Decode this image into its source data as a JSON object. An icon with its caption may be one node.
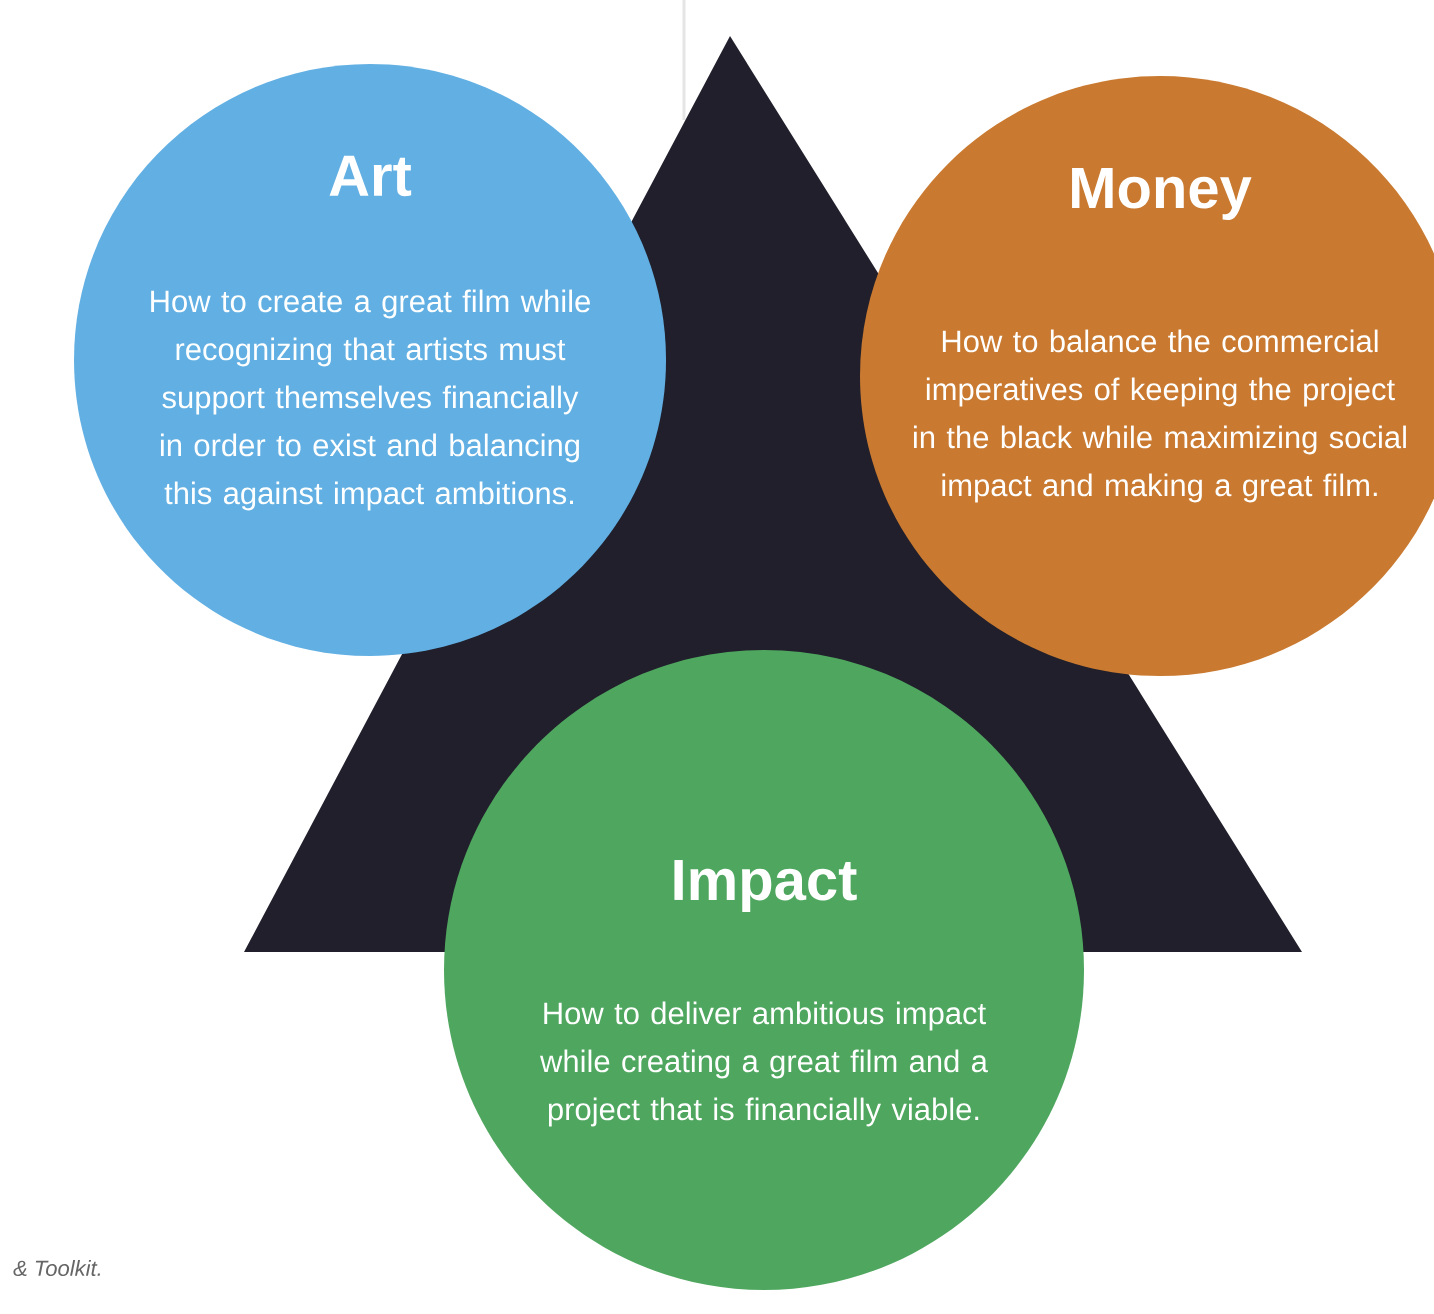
{
  "diagram": {
    "nodes": [
      {
        "text": [
          "Art",
          "How to create a great film while recognizing that artists must support themselves financially in order to exist and balancing this against impact ambitions."
        ]
      },
      {
        "text": [
          "Money",
          "How to balance the commercial imperatives of keeping the project in the black while maximizing social impact and making a great film."
        ]
      },
      {
        "text": [
          "Impact",
          "How to deliver ambitious impact while creating a great film and a project that is financially viable."
        ]
      }
    ],
    "edges": [],
    "labels": [
      "& Toolkit."
    ]
  }
}
